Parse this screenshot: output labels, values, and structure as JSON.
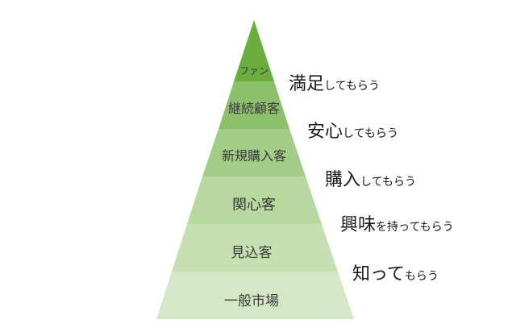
{
  "pyramid": {
    "tiers": [
      {
        "label": "ファン",
        "color": "#6aaf3d"
      },
      {
        "label": "継続顧客",
        "color": "#8dc06a"
      },
      {
        "label": "新規購入客",
        "color": "#a3cc86"
      },
      {
        "label": "関心客",
        "color": "#b7d9a0"
      },
      {
        "label": "見込客",
        "color": "#c6e0b3"
      },
      {
        "label": "一般市場",
        "color": "#d5e8c6"
      }
    ]
  },
  "goals": [
    {
      "emph": "満足",
      "rest": "してもらう"
    },
    {
      "emph": "安心",
      "rest": "してもらう"
    },
    {
      "emph": "購入",
      "rest": "してもらう"
    },
    {
      "emph": "興味",
      "rest": "を持ってもらう"
    },
    {
      "emph": "知って",
      "rest": "もらう"
    }
  ]
}
